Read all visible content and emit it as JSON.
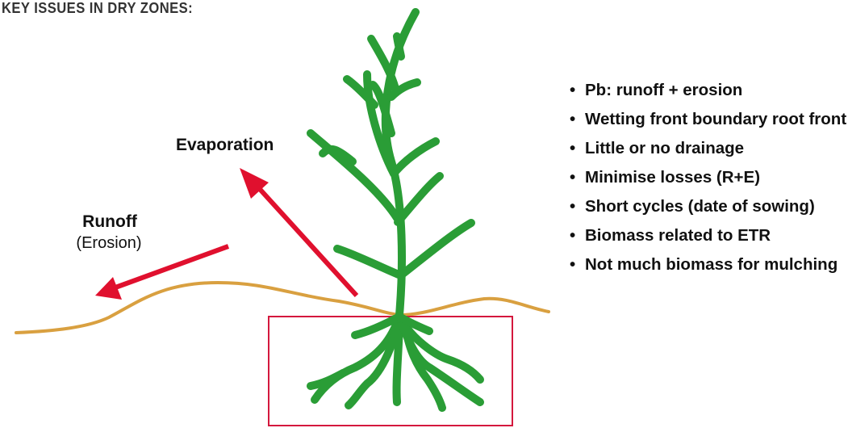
{
  "title": "KEY ISSUES IN DRY ZONES:",
  "labels": {
    "evaporation": "Evaporation",
    "runoff": "Runoff",
    "erosion": "(Erosion)"
  },
  "issues": [
    "Pb: runoff + erosion",
    "Wetting front boundary root front",
    "Little or no drainage",
    "Minimise losses (R+E)",
    "Short cycles (date of sowing)",
    "Biomass related to ETR",
    "Not much biomass for mulching"
  ],
  "colors": {
    "plant": "#2a9d36",
    "arrow": "#e0102e",
    "soil_line": "#d9a040",
    "root_zone_box": "#d4183d"
  }
}
